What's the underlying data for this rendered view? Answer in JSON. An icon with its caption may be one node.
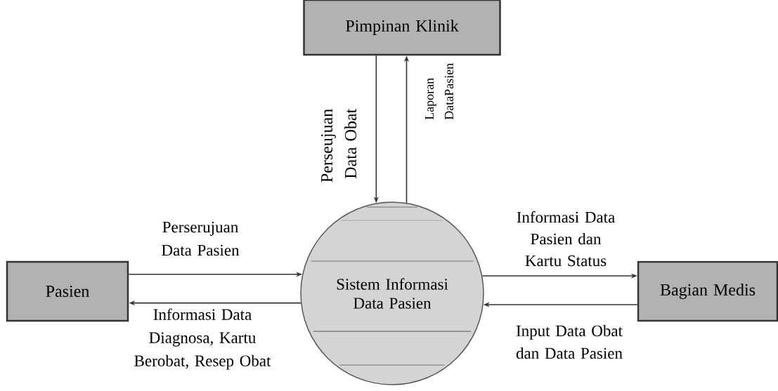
{
  "diagram": {
    "nodes": [
      {
        "text": [
          "Pimpinan Klinik"
        ]
      },
      {
        "text": [
          "Pasien"
        ]
      },
      {
        "text": [
          "Sistem Informasi Data Pasien"
        ]
      },
      {
        "text": [
          "Bagian Medis"
        ]
      }
    ],
    "edges": [
      {
        "from": 0,
        "to": 2,
        "arrow": "to",
        "label": "Perseujuan Data Obat"
      },
      {
        "from": 2,
        "to": 0,
        "arrow": "to",
        "label": "Laporan DataPasien"
      },
      {
        "from": 1,
        "to": 2,
        "arrow": "to",
        "label": "Perserujuan Data Pasien"
      },
      {
        "from": 2,
        "to": 1,
        "arrow": "to",
        "label": "Informasi Data Diagnosa, Kartu Berobat, Resep Obat"
      },
      {
        "from": 2,
        "to": 3,
        "arrow": "to",
        "label": "Informasi Data Pasien dan Kartu Status"
      },
      {
        "from": 3,
        "to": 2,
        "arrow": "to",
        "label": "Input Data Obat dan Data Pasien"
      }
    ]
  }
}
